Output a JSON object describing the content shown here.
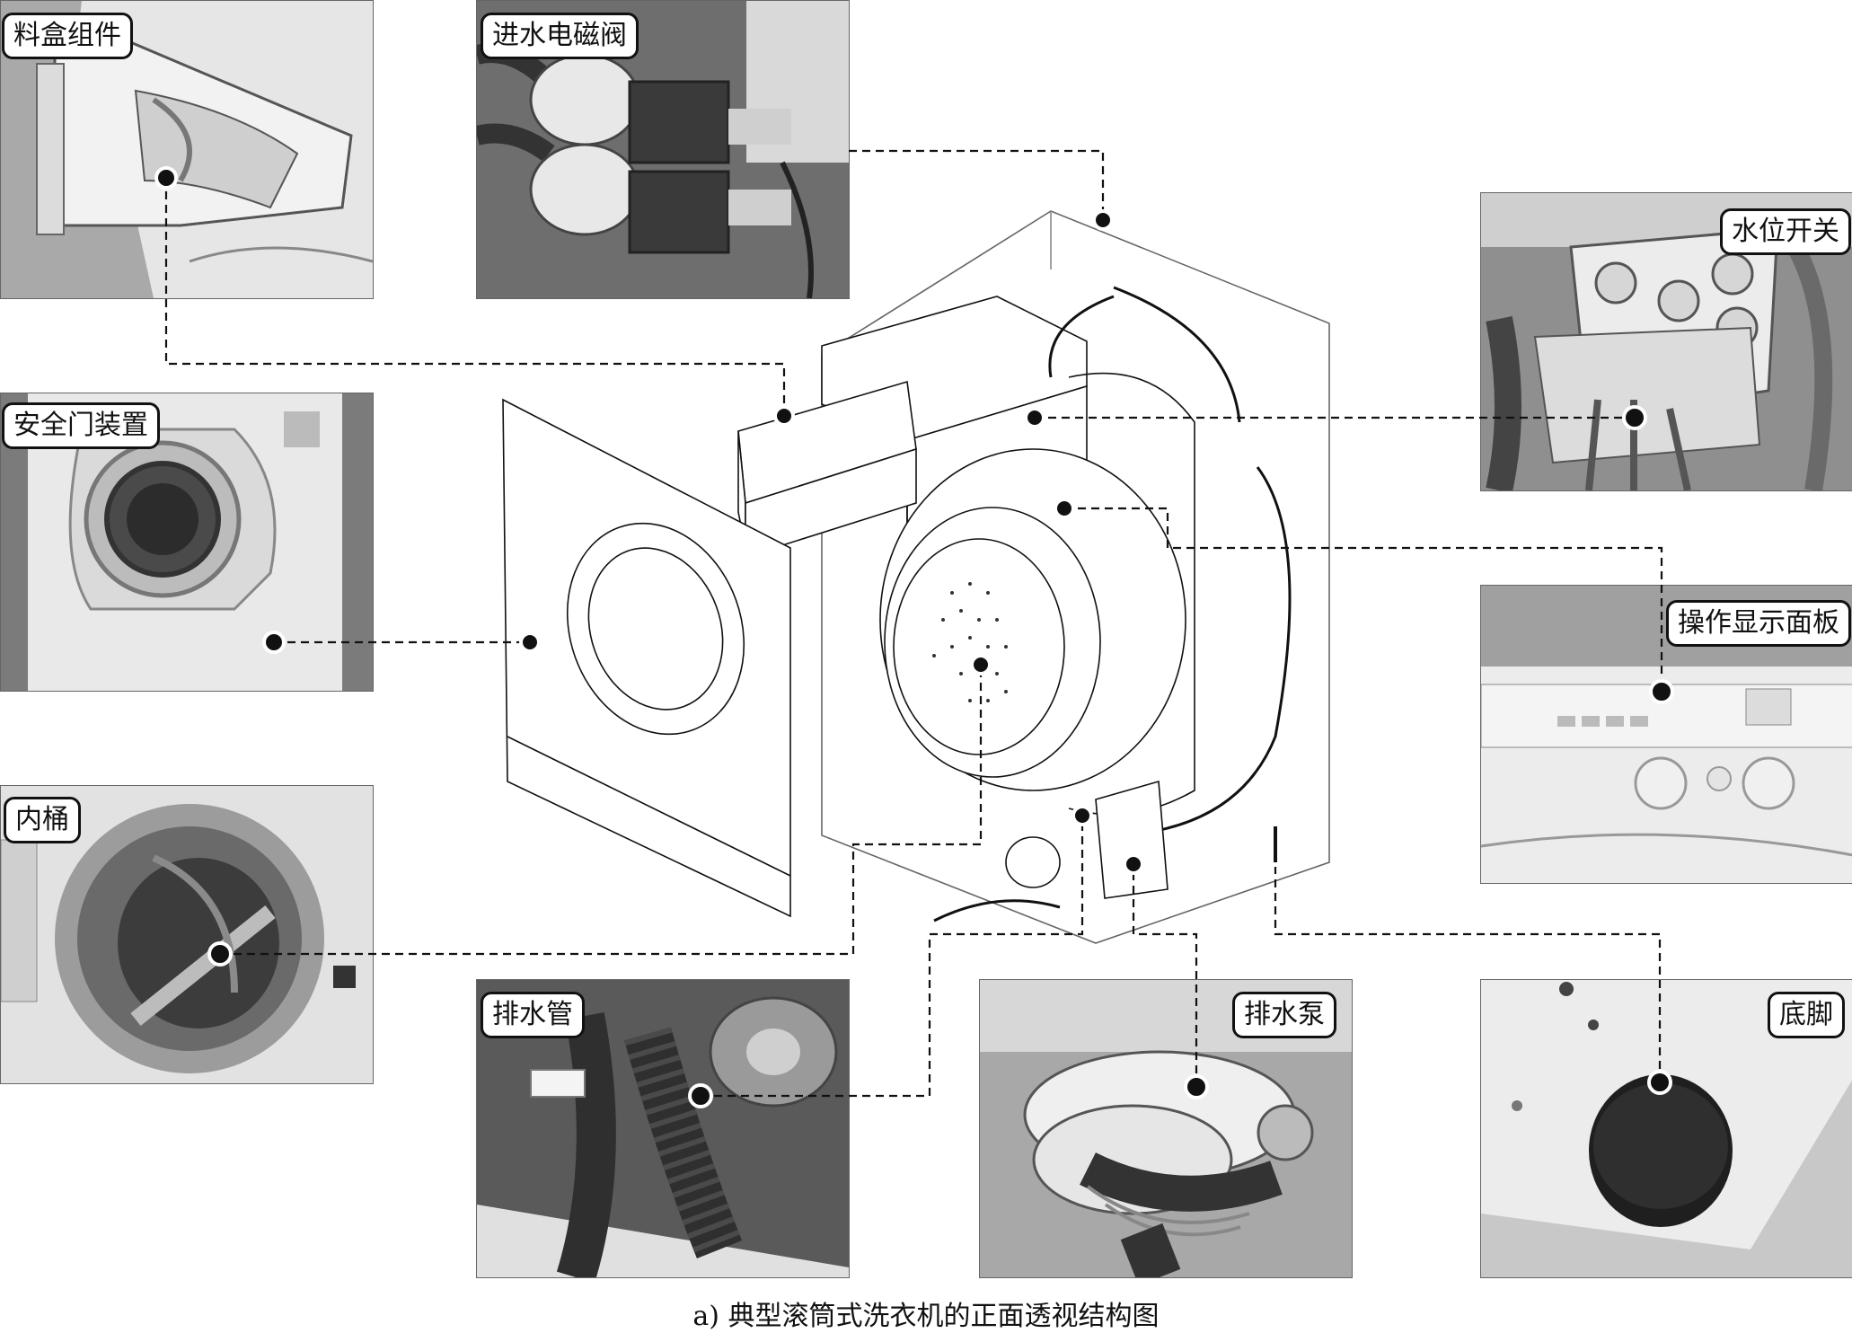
{
  "callouts": {
    "detergent_box": "料盒组件",
    "inlet_valve": "进水电磁阀",
    "water_level_switch": "水位开关",
    "door_safety": "安全门装置",
    "control_panel": "操作显示面板",
    "inner_drum": "内桶",
    "drain_hose": "排水管",
    "drain_pump": "排水泵",
    "foot": "底脚"
  },
  "caption": "a) 典型滚筒式洗衣机的正面透视结构图",
  "colors": {
    "line": "#111111",
    "photo_dark": "#3a3a3a",
    "photo_mid": "#8a8a8a",
    "photo_light": "#d8d8d8"
  }
}
